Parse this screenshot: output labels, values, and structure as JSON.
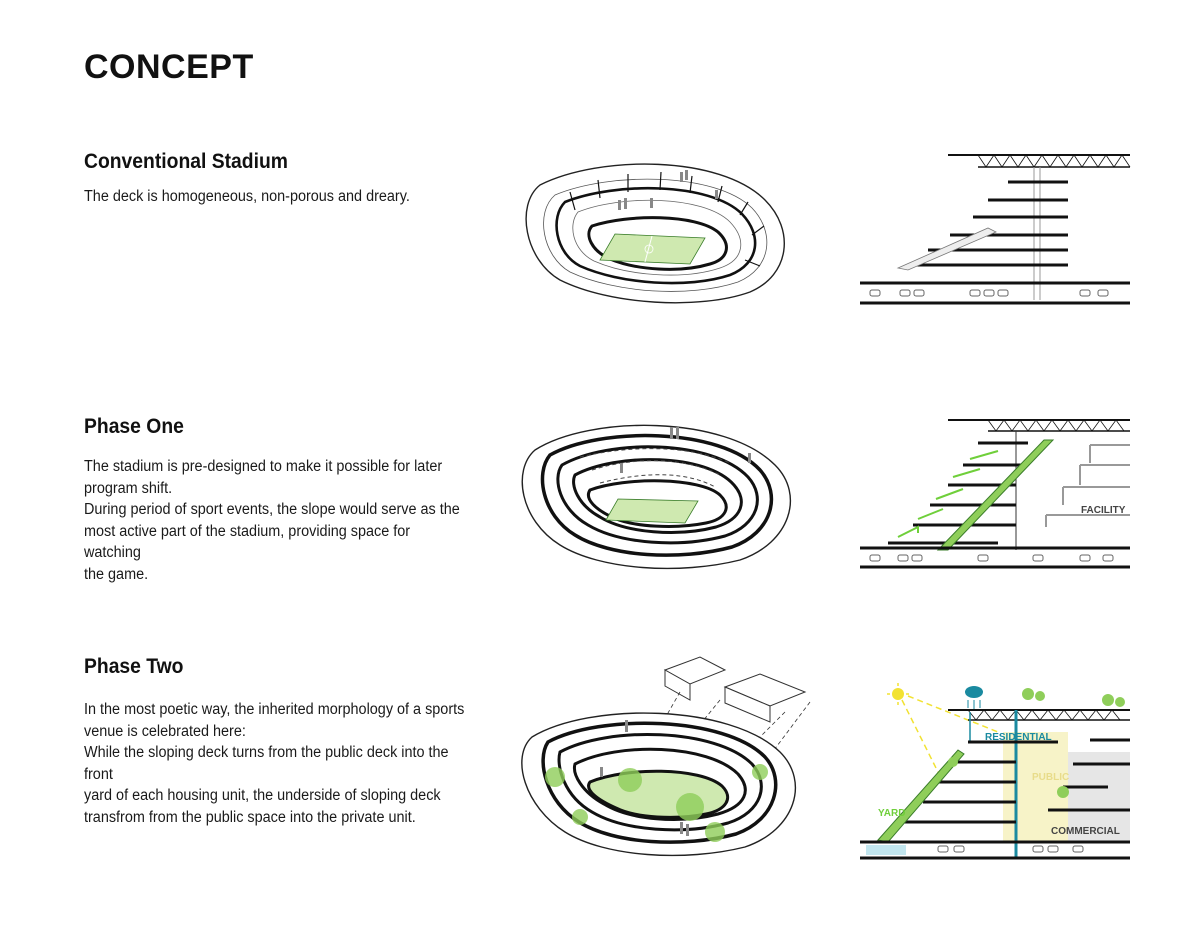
{
  "title": "CONCEPT",
  "sections": [
    {
      "heading": "Conventional Stadium",
      "body": "The deck is homogeneous, non-porous and dreary."
    },
    {
      "heading": "Phase One",
      "body": "The stadium is pre-designed to make it possible for later\nprogram shift.\nDuring period of sport events, the slope would serve as the\nmost active part of the stadium, providing space for watching\nthe game."
    },
    {
      "heading": "Phase Two",
      "body": "In the most poetic way, the inherited morphology of a sports\nvenue is celebrated here:\nWhile the sloping deck turns from the public deck into the front\nyard of each housing unit, the underside of sloping deck\ntransfrom from the public space into the private unit."
    }
  ],
  "diagram_labels": {
    "facility": "FACILITY",
    "residential": "RESIDENTIAL",
    "public": "PUBLIC",
    "yard": "YARD",
    "commercial": "COMMERCIAL"
  },
  "colors": {
    "green_accent": "#6fcf3a",
    "field_green": "#cfe9b0",
    "teal": "#1a8aa0",
    "sun_yellow": "#f2e233",
    "public_tint": "#f7f3c8"
  }
}
